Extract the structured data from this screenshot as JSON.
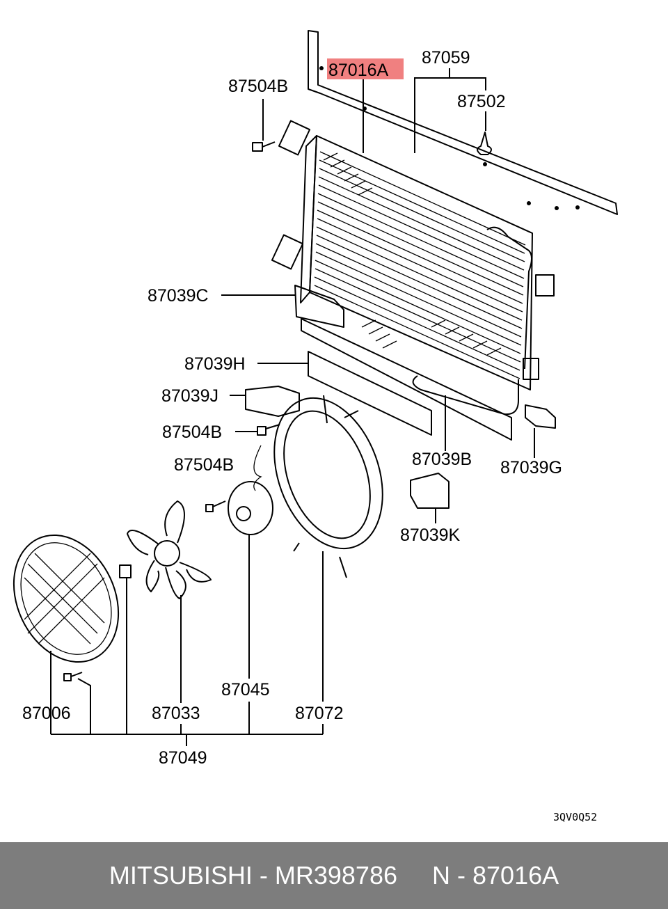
{
  "callouts": {
    "p87016A": "87016A",
    "p87059": "87059",
    "p87504B_top": "87504B",
    "p87502": "87502",
    "p87039C": "87039C",
    "p87039H": "87039H",
    "p87039J": "87039J",
    "p87504B_mid": "87504B",
    "p87504B_low": "87504B",
    "p87039B": "87039B",
    "p87039G": "87039G",
    "p87039K": "87039K",
    "p87045": "87045",
    "p87006": "87006",
    "p87033": "87033",
    "p87072": "87072",
    "p87049": "87049"
  },
  "highlight_color": "#f08080",
  "diagram_code": "3QV0Q52",
  "footer": {
    "brand": "MITSUBISHI",
    "sep1": " - ",
    "part_number": "MR398786",
    "gap": "     ",
    "ref_prefix": "N - ",
    "ref_code": "87016A"
  }
}
